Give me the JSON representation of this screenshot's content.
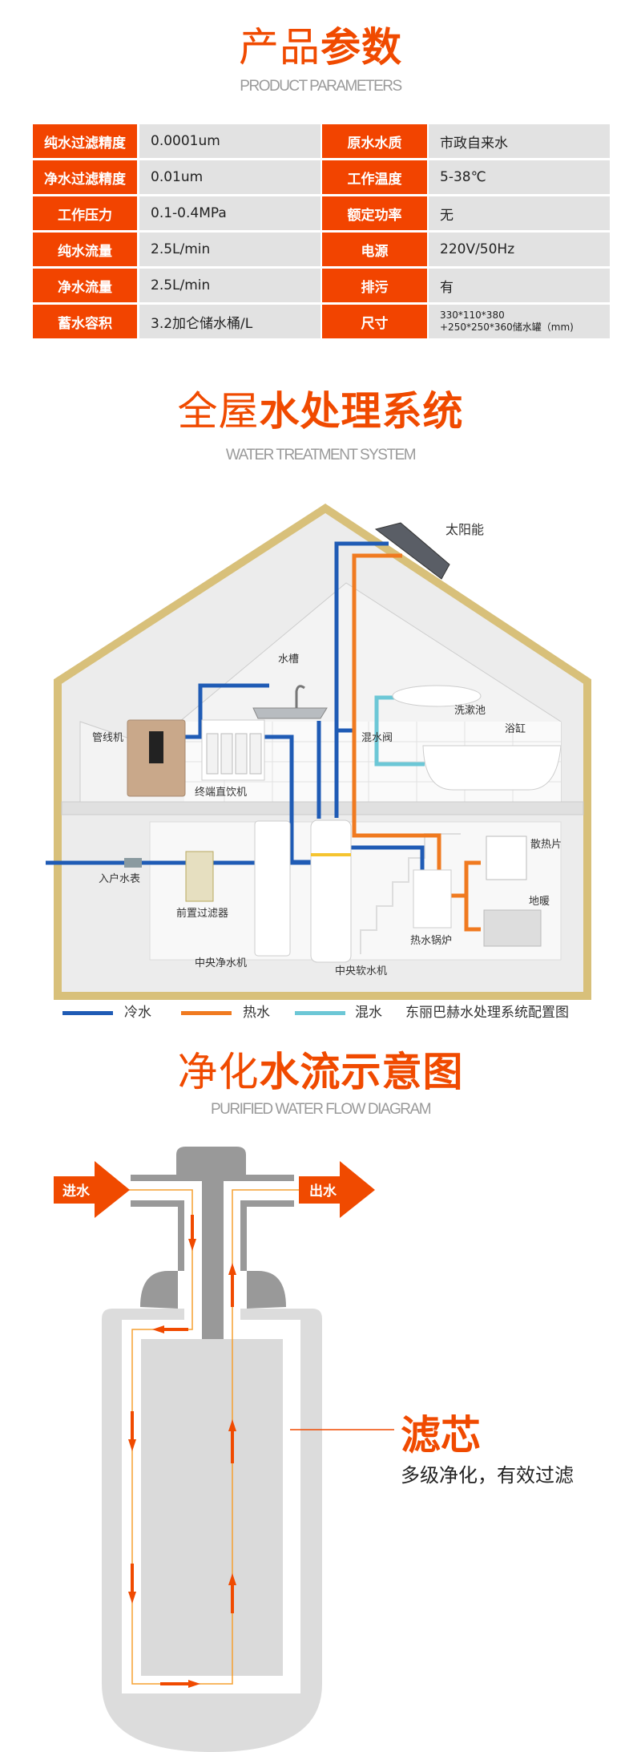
{
  "section1": {
    "title_light": "产品",
    "title_bold": "参数",
    "subtitle": "PRODUCT PARAMETERS",
    "rows": [
      {
        "label1": "纯水过滤精度",
        "value1": "0.0001um",
        "label2": "原水水质",
        "value2": "市政自来水"
      },
      {
        "label1": "净水过滤精度",
        "value1": "0.01um",
        "label2": "工作温度",
        "value2": "5-38℃"
      },
      {
        "label1": "工作压力",
        "value1": "0.1-0.4MPa",
        "label2": "额定功率",
        "value2": "无"
      },
      {
        "label1": "纯水流量",
        "value1": "2.5L/min",
        "label2": "电源",
        "value2": "220V/50Hz"
      },
      {
        "label1": "净水流量",
        "value1": "2.5L/min",
        "label2": "排污",
        "value2": "有"
      },
      {
        "label1": "蓄水容积",
        "value1": "3.2加仑储水桶/L",
        "label2": "尺寸",
        "value2_line1": "330*110*380",
        "value2_line2": "+250*250*360储水罐（mm)"
      }
    ]
  },
  "section2": {
    "title_light": "全屋",
    "title_bold": "水处理系统",
    "subtitle": "WATER TREATMENT SYSTEM",
    "labels": {
      "solar": "太阳能",
      "sink": "水槽",
      "basin": "洗漱池",
      "bathtub": "浴缸",
      "pipeline_machine": "管线机",
      "mixing_valve": "混水阀",
      "terminal_purifier": "终端直饮机",
      "radiator": "散热片",
      "water_meter": "入户水表",
      "floor_heating": "地暖",
      "pre_filter": "前置过滤器",
      "boiler": "热水锅炉",
      "central_purifier": "中央净水机",
      "central_softener": "中央软水机"
    },
    "legend": {
      "cold": "冷水",
      "hot": "热水",
      "mixed": "混水",
      "caption": "东丽巴赫水处理系统配置图"
    },
    "colors": {
      "cold": "#1f5bb5",
      "hot": "#f07a20",
      "mixed": "#6cc7d6",
      "frame": "#d8c07a"
    }
  },
  "section3": {
    "title_light": "净化",
    "title_bold": "水流示意图",
    "subtitle": "PURIFIED WATER FLOW DIAGRAM",
    "inlet": "进水",
    "outlet": "出水",
    "core_title": "滤芯",
    "core_desc": "多级净化，有效过滤"
  }
}
